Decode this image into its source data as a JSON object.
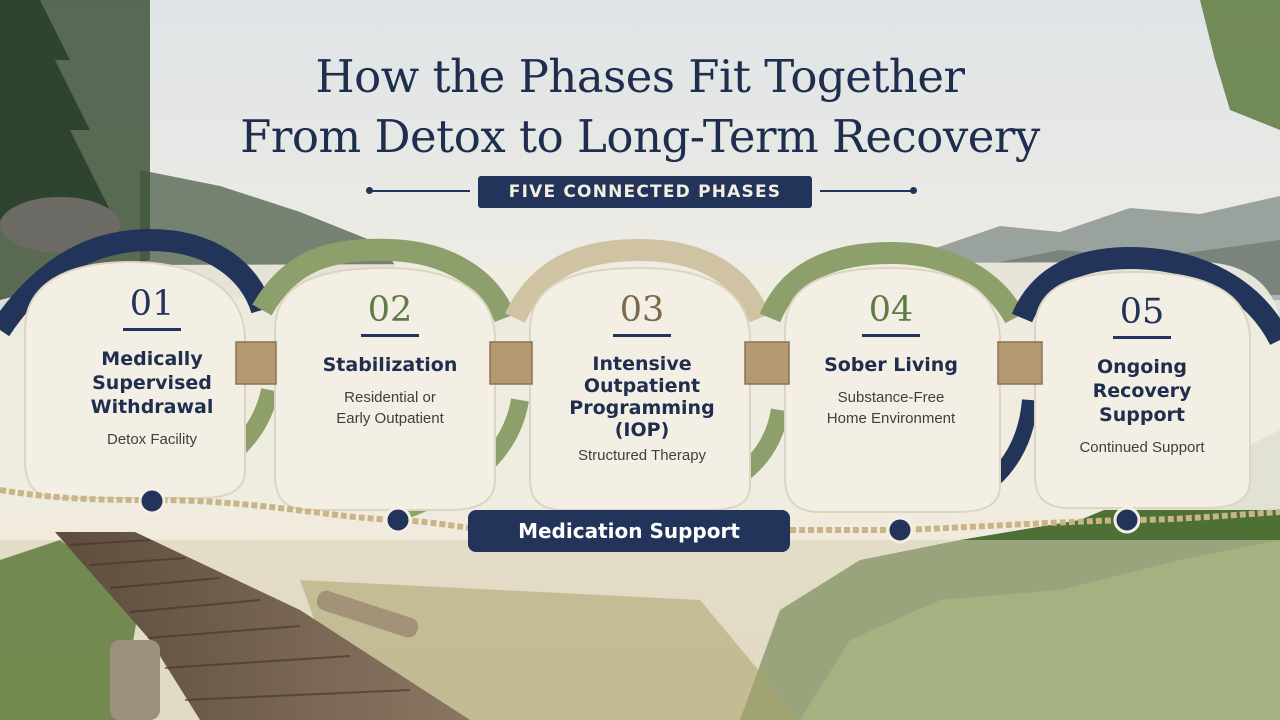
{
  "header": {
    "title_line1": "How the Phases Fit Together",
    "title_line2": "From Detox to Long-Term Recovery",
    "banner": "FIVE CONNECTED PHASES"
  },
  "phases": [
    {
      "number": "01",
      "title": "Medically Supervised Withdrawal",
      "subtitle": "Detox Facility",
      "color": "#22345a"
    },
    {
      "number": "02",
      "title": "Stabilization",
      "subtitle": "Residential or Early Outpatient",
      "color": "#5f7a45"
    },
    {
      "number": "03",
      "title": "Intensive Outpatient Programming (IOP)",
      "subtitle": "Structured Therapy",
      "color": "#7a6a4a"
    },
    {
      "number": "04",
      "title": "Sober Living",
      "subtitle": "Substance-Free Home Environment",
      "color": "#5f7a45"
    },
    {
      "number": "05",
      "title": "Ongoing Recovery Support",
      "subtitle": "Continued Support",
      "color": "#22345a"
    }
  ],
  "footer_banner": "Medication Support",
  "colors": {
    "navy": "#22345a",
    "sage": "#8da06b",
    "tan": "#cfc3a3",
    "parchment": "#eeeadf",
    "rope": "#cdb98c"
  }
}
